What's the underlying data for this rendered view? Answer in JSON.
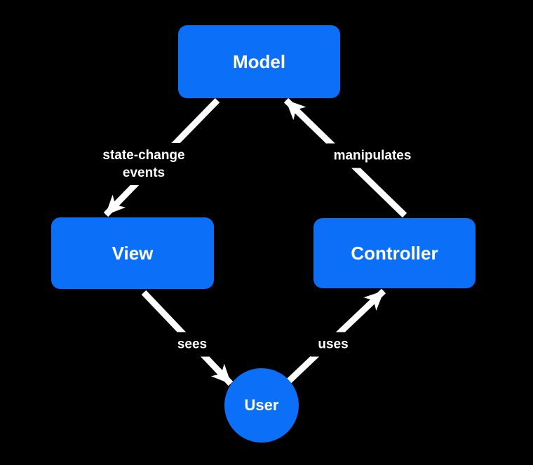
{
  "colors": {
    "background": "#000000",
    "node_fill": "#0b6ff7",
    "node_text": "#ffffff",
    "arrow": "#ffffff",
    "label_text": "#ffffff"
  },
  "nodes": {
    "model": {
      "label": "Model",
      "shape": "rounded-rect"
    },
    "view": {
      "label": "View",
      "shape": "rounded-rect"
    },
    "controller": {
      "label": "Controller",
      "shape": "rounded-rect"
    },
    "user": {
      "label": "User",
      "shape": "circle"
    }
  },
  "edges": [
    {
      "from": "model",
      "to": "view",
      "label": "state-change events",
      "label_lines": [
        "state-change",
        "events"
      ]
    },
    {
      "from": "controller",
      "to": "model",
      "label": "manipulates"
    },
    {
      "from": "view",
      "to": "user",
      "label": "sees"
    },
    {
      "from": "user",
      "to": "controller",
      "label": "uses"
    }
  ]
}
